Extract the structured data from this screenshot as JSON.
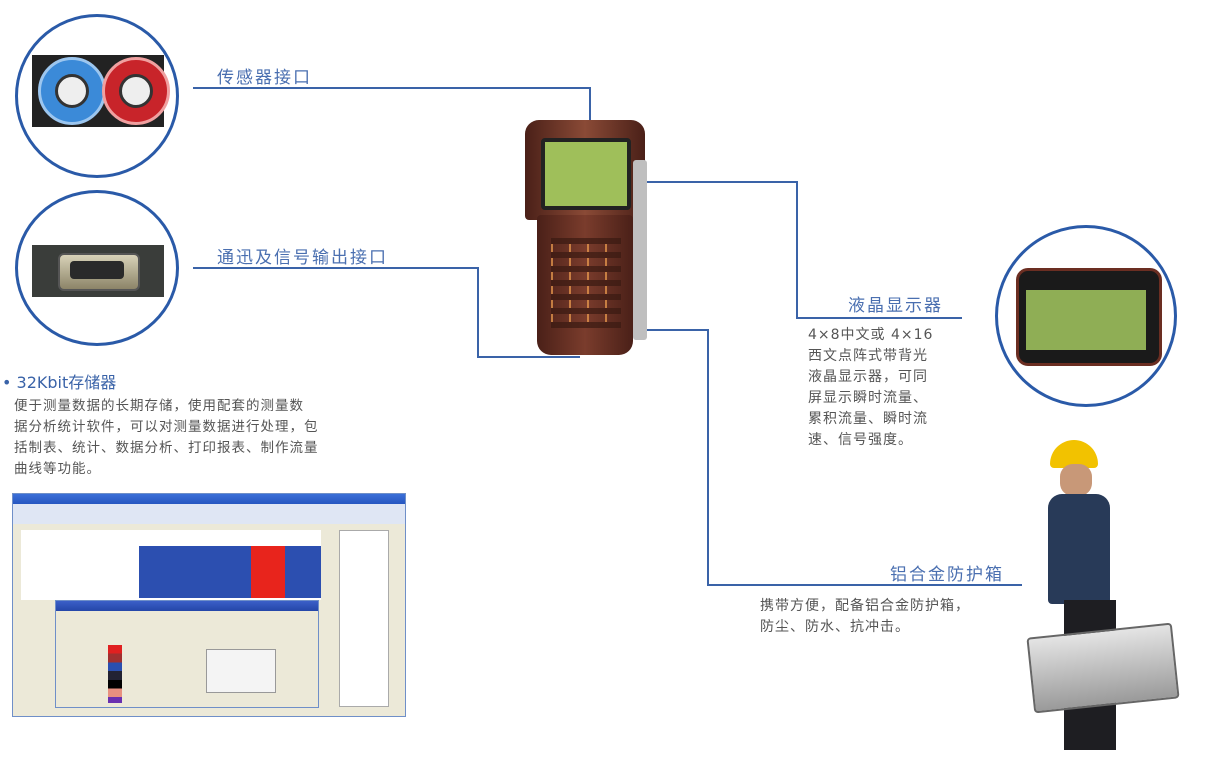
{
  "sensor_port": {
    "label": "传感器接口"
  },
  "comm_port": {
    "label": "通迅及信号输出接口"
  },
  "memory": {
    "title": "32Kbit存储器",
    "desc_lines": [
      "便于测量数据的长期存储，使用配套的测量数",
      "据分析统计软件，可以对测量数据进行处理，包",
      "括制表、统计、数据分析、打印报表、制作流量",
      "曲线等功能。"
    ]
  },
  "lcd": {
    "label": "液晶显示器",
    "desc_lines": [
      "4×8中文或 4×16",
      "西文点阵式带背光",
      "液晶显示器，可同",
      "屏显示瞬时流量、",
      "累积流量、瞬时流",
      "速、信号强度。"
    ]
  },
  "case": {
    "label": "铝合金防护箱",
    "desc_lines": [
      "携带方便，配备铝合金防护箱，",
      "防尘、防水、抗冲击。"
    ]
  },
  "colors": {
    "accent": "#2a5aa8",
    "label": "#4a6fb0",
    "line": "#3a63a8",
    "lcd": "#9fbf5a",
    "device": "#6b2e22"
  }
}
